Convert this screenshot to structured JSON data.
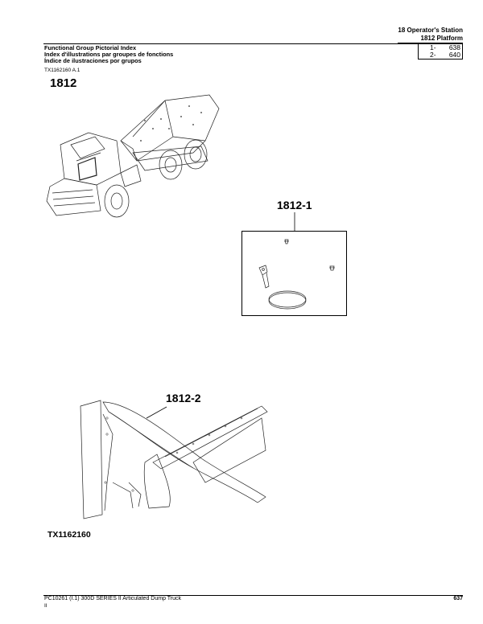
{
  "header": {
    "section": "18 Operator's Station",
    "group": "1812 Platform"
  },
  "titles": {
    "en": "Functional Group Pictorial Index",
    "fr": "Index d'illustrations par groupes de fonctions",
    "es": "Índice de ilustraciones por grupos"
  },
  "index": [
    {
      "item": "1-",
      "page": "638"
    },
    {
      "item": "2-",
      "page": "640"
    }
  ],
  "figure_id_top": "TX1162160 A.1",
  "main_label": "1812",
  "callouts": {
    "c1": "1812-1",
    "c2": "1812-2"
  },
  "figure_id_bottom": "TX1162160",
  "footer": {
    "left": "PC10261    (I.1)    300D SERIES II Articulated Dump Truck",
    "page": "637",
    "sub": "II"
  }
}
